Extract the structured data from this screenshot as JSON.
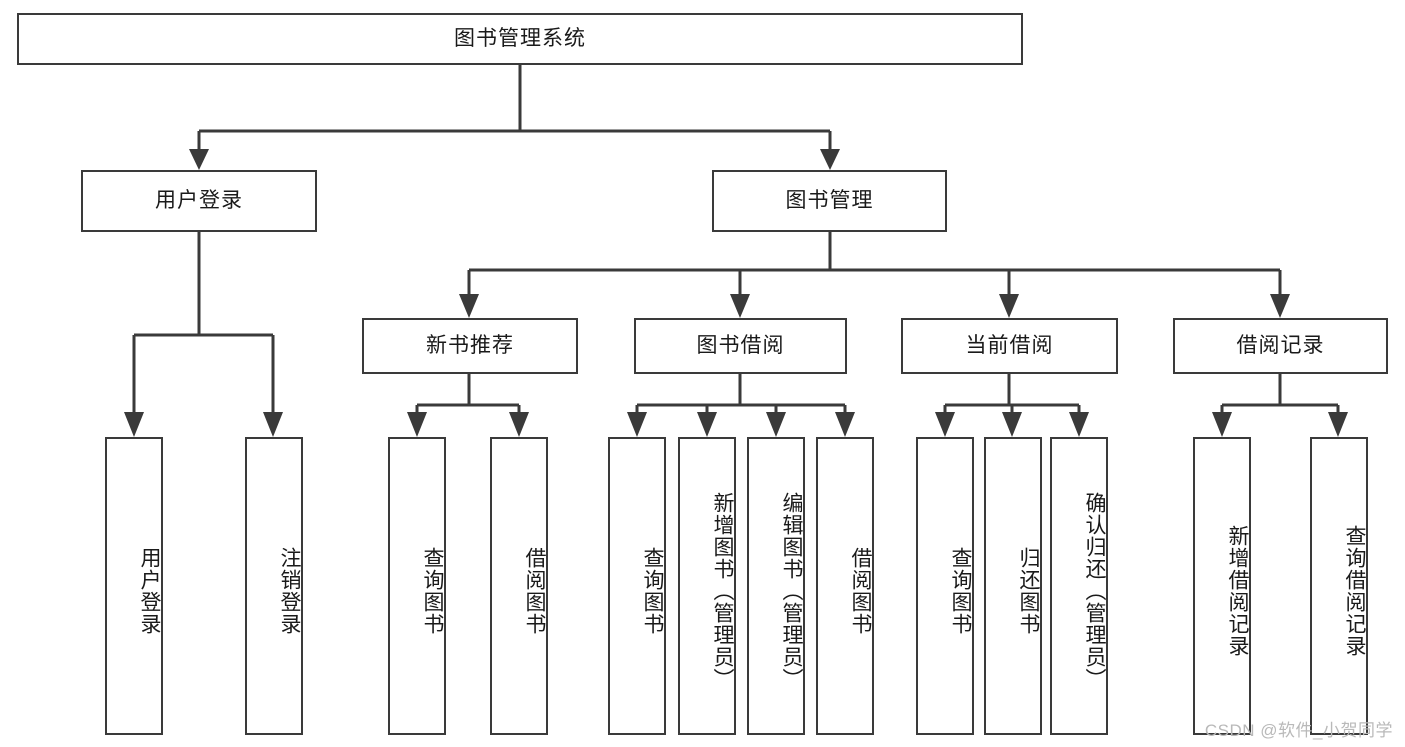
{
  "diagram": {
    "title": "图书管理系统",
    "type": "tree",
    "orientation": "top-down",
    "colors": {
      "stroke": "#3a3a3a",
      "fill": "#ffffff",
      "text": "#1a1a1a",
      "watermark": "#b9b9b9"
    }
  },
  "root": {
    "label": "图书管理系统"
  },
  "level2": [
    {
      "label": "用户登录"
    },
    {
      "label": "图书管理"
    }
  ],
  "level3": [
    {
      "label": "新书推荐"
    },
    {
      "label": "图书借阅"
    },
    {
      "label": "当前借阅"
    },
    {
      "label": "借阅记录"
    }
  ],
  "leaves": {
    "user_login": [
      {
        "label": "用户登录"
      },
      {
        "label": "注销登录"
      }
    ],
    "new_book_recommend": [
      {
        "label": "查询图书"
      },
      {
        "label": "借阅图书"
      }
    ],
    "book_borrow": [
      {
        "label": "查询图书"
      },
      {
        "label": "新增图书（管理员）"
      },
      {
        "label": "编辑图书（管理员）"
      },
      {
        "label": "借阅图书"
      }
    ],
    "current_borrow": [
      {
        "label": "查询图书"
      },
      {
        "label": "归还图书"
      },
      {
        "label": "确认归还（管理员）"
      }
    ],
    "borrow_record": [
      {
        "label": "新增借阅记录"
      },
      {
        "label": "查询借阅记录"
      }
    ]
  },
  "watermark": {
    "text": "CSDN @软件_小贺同学"
  }
}
